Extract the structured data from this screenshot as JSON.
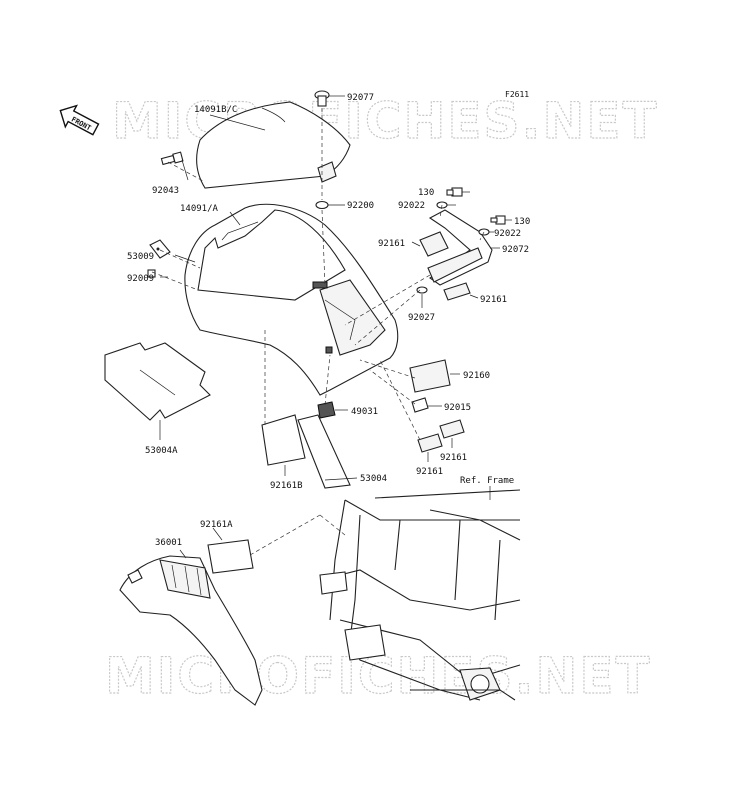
{
  "diagram_code": "F2611",
  "front_marker": "FRONT",
  "reference_label": "Ref. Frame",
  "watermarks": [
    "MICROFICHES.NET",
    "MICROFICHES.NET"
  ],
  "parts": [
    {
      "id": "p-14091bc",
      "number": "14091B/C"
    },
    {
      "id": "p-92077",
      "number": "92077"
    },
    {
      "id": "p-92043",
      "number": "92043"
    },
    {
      "id": "p-14091a",
      "number": "14091/A"
    },
    {
      "id": "p-92200",
      "number": "92200"
    },
    {
      "id": "p-130a",
      "number": "130"
    },
    {
      "id": "p-92022a",
      "number": "92022"
    },
    {
      "id": "p-130b",
      "number": "130"
    },
    {
      "id": "p-92022b",
      "number": "92022"
    },
    {
      "id": "p-92161a",
      "number": "92161"
    },
    {
      "id": "p-92072",
      "number": "92072"
    },
    {
      "id": "p-53009",
      "number": "53009"
    },
    {
      "id": "p-92009",
      "number": "92009"
    },
    {
      "id": "p-92161b",
      "number": "92161"
    },
    {
      "id": "p-92027",
      "number": "92027"
    },
    {
      "id": "p-92160",
      "number": "92160"
    },
    {
      "id": "p-92015",
      "number": "92015"
    },
    {
      "id": "p-49031",
      "number": "49031"
    },
    {
      "id": "p-53004a",
      "number": "53004A"
    },
    {
      "id": "p-92161c",
      "number": "92161"
    },
    {
      "id": "p-92161d",
      "number": "92161"
    },
    {
      "id": "p-53004",
      "number": "53004"
    },
    {
      "id": "p-92161b2",
      "number": "92161B"
    },
    {
      "id": "p-92161a2",
      "number": "92161A"
    },
    {
      "id": "p-36001",
      "number": "36001"
    }
  ]
}
